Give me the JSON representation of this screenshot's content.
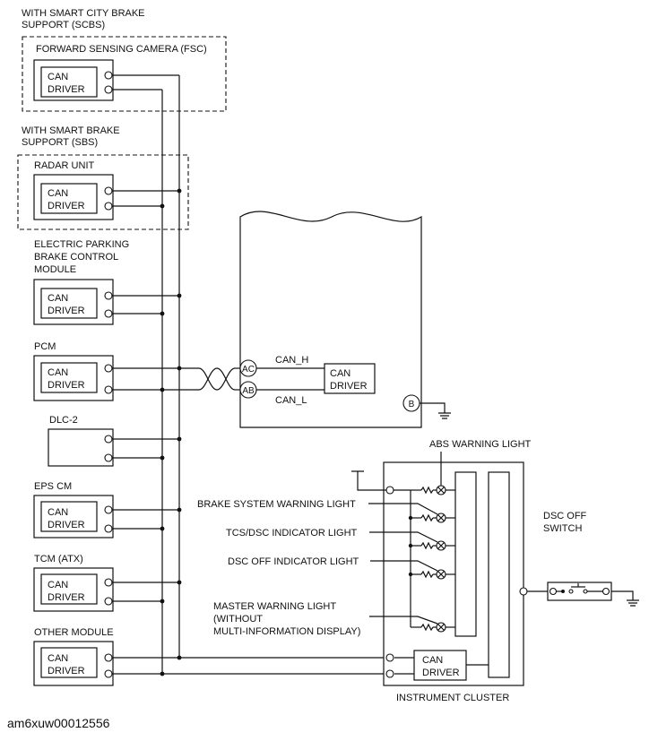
{
  "labels": {
    "scbs_group": [
      "WITH SMART CITY BRAKE",
      "SUPPORT (SCBS)"
    ],
    "fsc": "FORWARD SENSING CAMERA (FSC)",
    "sbs_group": [
      "WITH SMART BRAKE",
      "SUPPORT (SBS)"
    ],
    "radar": "RADAR UNIT",
    "epb": [
      "ELECTRIC PARKING",
      "BRAKE CONTROL",
      "MODULE"
    ],
    "pcm": "PCM",
    "dlc": "DLC-2",
    "eps": "EPS CM",
    "tcm": "TCM (ATX)",
    "other": "OTHER MODULE",
    "can_driver": [
      "CAN",
      "DRIVER"
    ],
    "can_h": "CAN_H",
    "can_l": "CAN_L",
    "pin_ac": "AC",
    "pin_ab": "AB",
    "pin_b": "B",
    "abs_light": "ABS WARNING LIGHT",
    "brake_light": "BRAKE SYSTEM WARNING LIGHT",
    "tcs_light": "TCS/DSC INDICATOR LIGHT",
    "dsc_off_light": "DSC OFF INDICATOR LIGHT",
    "master_light": [
      "MASTER WARNING LIGHT",
      "(WITHOUT",
      "MULTI-INFORMATION DISPLAY)"
    ],
    "dsc_switch": [
      "DSC OFF",
      "SWITCH"
    ],
    "cluster": "INSTRUMENT CLUSTER"
  },
  "caption": "am6xuw00012556",
  "colors": {
    "line": "#111111",
    "background": "#ffffff"
  }
}
